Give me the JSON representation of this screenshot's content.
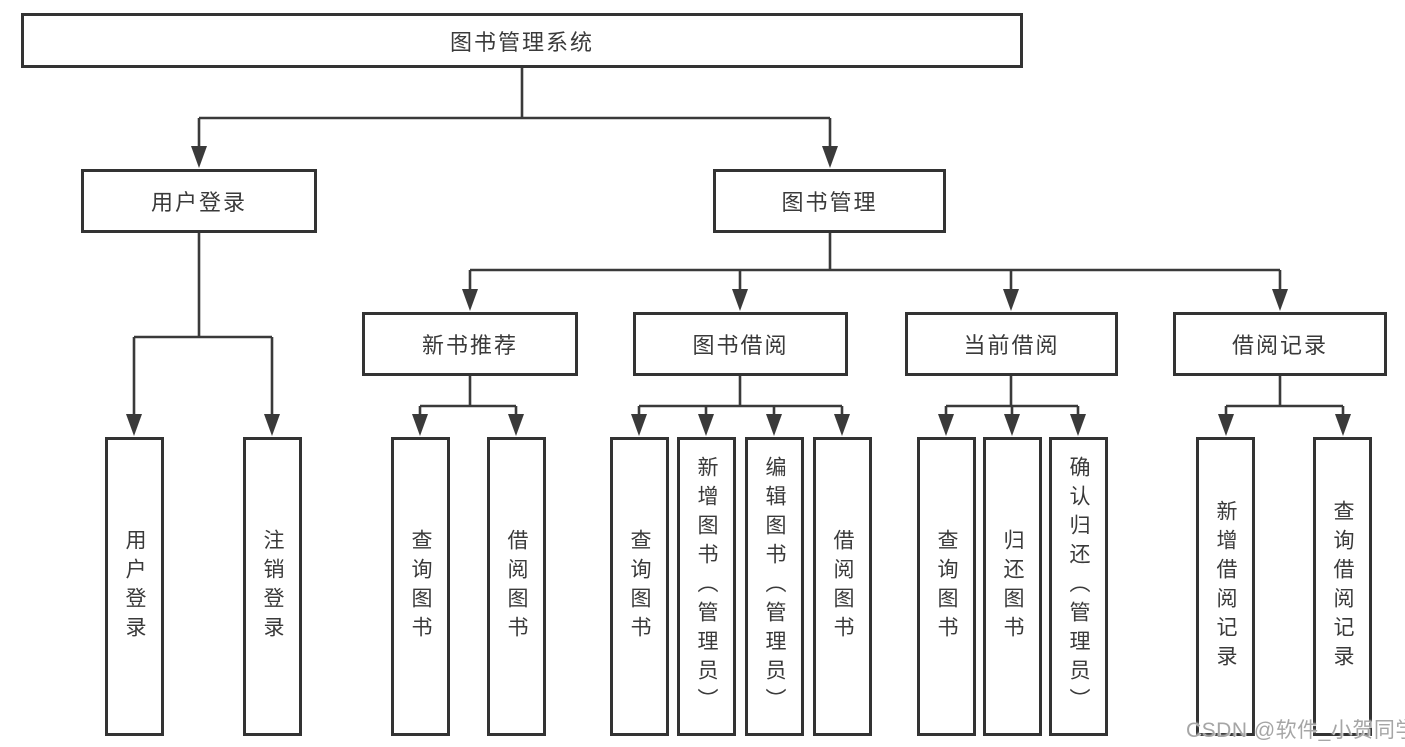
{
  "tree": {
    "root": {
      "label": "图书管理系统",
      "children": [
        {
          "label": "用户登录",
          "children": [
            {
              "label": "用户登录"
            },
            {
              "label": "注销登录"
            }
          ]
        },
        {
          "label": "图书管理",
          "children": [
            {
              "label": "新书推荐",
              "children": [
                {
                  "label": "查询图书"
                },
                {
                  "label": "借阅图书"
                }
              ]
            },
            {
              "label": "图书借阅",
              "children": [
                {
                  "label": "查询图书"
                },
                {
                  "label": "新增图书（管理员）"
                },
                {
                  "label": "编辑图书（管理员）"
                },
                {
                  "label": "借阅图书"
                }
              ]
            },
            {
              "label": "当前借阅",
              "children": [
                {
                  "label": "查询图书"
                },
                {
                  "label": "归还图书"
                },
                {
                  "label": "确认归还（管理员）"
                }
              ]
            },
            {
              "label": "借阅记录",
              "children": [
                {
                  "label": "新增借阅记录"
                },
                {
                  "label": "查询借阅记录"
                }
              ]
            }
          ]
        }
      ]
    }
  },
  "watermark": {
    "text": "CSDN @软件_小贺同学"
  },
  "colors": {
    "line": "#3a3a3a",
    "box_border": "#333333",
    "box_background": "#ffffff",
    "text": "#3a3a3a",
    "watermark": "#a6a6a6",
    "page_background": "#ffffff"
  }
}
